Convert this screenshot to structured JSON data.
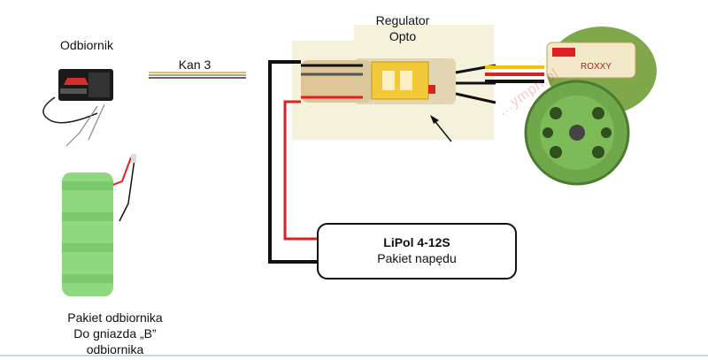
{
  "receiver": {
    "label": "Odbiornik"
  },
  "channel": {
    "label": "Kan 3"
  },
  "esc": {
    "title_line1": "Regulator",
    "title_line2": "Opto"
  },
  "main_battery": {
    "title": "LiPol 4-12S",
    "subtitle": "Pakiet napędu"
  },
  "rx_battery": {
    "line1": "Pakiet odbiornika",
    "line2": "Do gniazda „B”",
    "line3": "odbiornika"
  },
  "wire_colors": {
    "black": "#111111",
    "red": "#e02020",
    "yellow": "#f2c200",
    "signal_orange": "#e8a020"
  },
  "watermark": "...ymph.pl"
}
